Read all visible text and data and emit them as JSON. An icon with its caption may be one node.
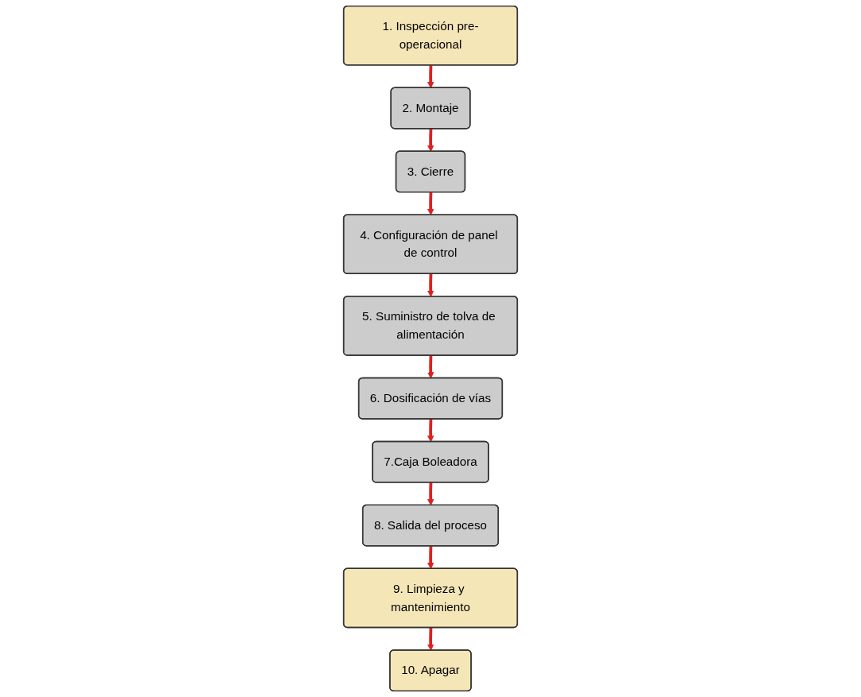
{
  "diagram": {
    "nodes": [
      {
        "text": [
          "1. Inspección pre-operacional"
        ]
      },
      {
        "text": [
          "2. Montaje"
        ]
      },
      {
        "text": [
          "3. Cierre"
        ]
      },
      {
        "text": [
          "4. Configuración de panel de control"
        ]
      },
      {
        "text": [
          "5. Suministro de tolva de alimentación"
        ]
      },
      {
        "text": [
          "6. Dosificación de vías"
        ]
      },
      {
        "text": [
          "7.Caja Boleadora"
        ]
      },
      {
        "text": [
          "8. Salida del proceso"
        ]
      },
      {
        "text": [
          "9. Limpieza y mantenimiento"
        ]
      },
      {
        "text": [
          "10. Apagar"
        ]
      }
    ],
    "edges": [
      {
        "from": 0,
        "to": 1,
        "arrow": "to"
      },
      {
        "from": 1,
        "to": 2,
        "arrow": "to"
      },
      {
        "from": 2,
        "to": 3,
        "arrow": "to"
      },
      {
        "from": 3,
        "to": 4,
        "arrow": "to"
      },
      {
        "from": 4,
        "to": 5,
        "arrow": "to"
      },
      {
        "from": 5,
        "to": 6,
        "arrow": "to"
      },
      {
        "from": 6,
        "to": 7,
        "arrow": "to"
      },
      {
        "from": 7,
        "to": 8,
        "arrow": "to"
      },
      {
        "from": 8,
        "to": 9,
        "arrow": "to"
      }
    ]
  }
}
